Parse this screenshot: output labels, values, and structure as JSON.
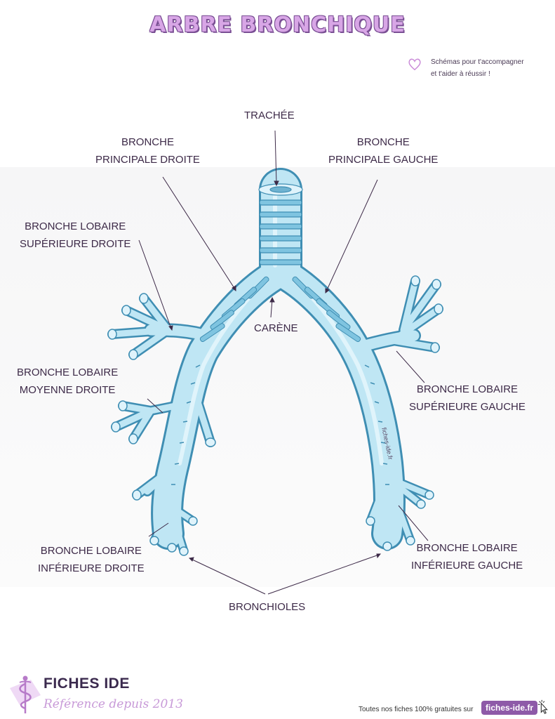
{
  "title": "ARBRE BRONCHIQUE",
  "tagline": {
    "line1": "Schémas pour t'accompagner",
    "line2": "et t'aider à réussir !"
  },
  "labels": {
    "trachee": "TRACHÉE",
    "bronche_principale_droite": {
      "line1": "BRONCHE",
      "line2": "PRINCIPALE DROITE"
    },
    "bronche_principale_gauche": {
      "line1": "BRONCHE",
      "line2": "PRINCIPALE GAUCHE"
    },
    "lobaire_sup_droite": {
      "line1": "BRONCHE LOBAIRE",
      "line2": "SUPÉRIEURE DROITE"
    },
    "carene": "CARÈNE",
    "lobaire_moyenne_droite": {
      "line1": "BRONCHE LOBAIRE",
      "line2": "MOYENNE DROITE"
    },
    "lobaire_sup_gauche": {
      "line1": "BRONCHE LOBAIRE",
      "line2": "SUPÉRIEURE GAUCHE"
    },
    "lobaire_inf_droite": {
      "line1": "BRONCHE LOBAIRE",
      "line2": "INFÉRIEURE DROITE"
    },
    "lobaire_inf_gauche": {
      "line1": "BRONCHE LOBAIRE",
      "line2": "INFÉRIEURE GAUCHE"
    },
    "bronchioles": "BRONCHIOLES"
  },
  "watermark": "fiches-ide.fr",
  "footer": {
    "brand_name": "FICHES IDE",
    "brand_tagline": "Référence depuis 2013",
    "note": "Toutes nos fiches 100% gratuites sur",
    "link": "fiches-ide.fr"
  },
  "colors": {
    "title_fill": "#d8a6e6",
    "title_outline": "#7a4f94",
    "airway_fill": "#b9e3f2",
    "airway_stroke": "#3f8eb3",
    "label_text": "#3d2a48",
    "link_bg": "#8e5aa8"
  },
  "icons": [
    "heart-icon",
    "caduceus-logo-icon",
    "cursor-click-icon"
  ]
}
